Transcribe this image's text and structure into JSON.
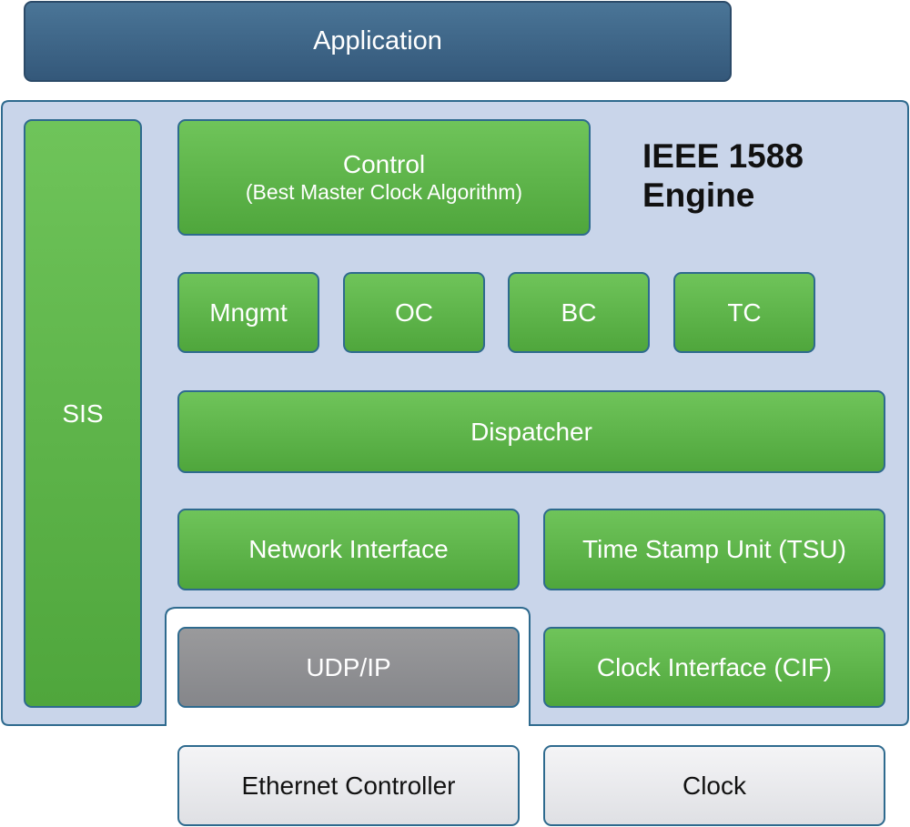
{
  "application": {
    "label": "Application"
  },
  "engine": {
    "title_line1": "IEEE 1588",
    "title_line2": "Engine"
  },
  "sis": {
    "label": "SIS"
  },
  "control": {
    "label": "Control",
    "sublabel": "(Best Master Clock Algorithm)"
  },
  "modules": {
    "mngmt": "Mngmt",
    "oc": "OC",
    "bc": "BC",
    "tc": "TC"
  },
  "dispatcher": {
    "label": "Dispatcher"
  },
  "network_interface": {
    "label": "Network Interface"
  },
  "tsu": {
    "label": "Time Stamp Unit (TSU)"
  },
  "udp_ip": {
    "label": "UDP/IP"
  },
  "cif": {
    "label": "Clock Interface (CIF)"
  },
  "ethernet_controller": {
    "label": "Ethernet Controller"
  },
  "clock": {
    "label": "Clock"
  },
  "colors": {
    "application_fill": "#3f6888",
    "engine_fill": "#c9d5ea",
    "module_green": "#5cb547",
    "udp_gray": "#8e8f92",
    "hardware_light": "#e9eaee",
    "border_blue": "#2e6a8e"
  }
}
